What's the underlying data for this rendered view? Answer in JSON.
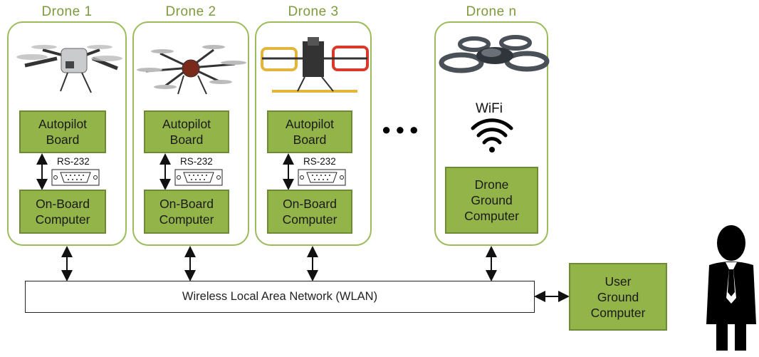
{
  "drones": [
    {
      "title": "Drone 1",
      "autopilot": "Autopilot\nBoard",
      "serial": "RS-232",
      "computer": "On-Board\nComputer"
    },
    {
      "title": "Drone 2",
      "autopilot": "Autopilot\nBoard",
      "serial": "RS-232",
      "computer": "On-Board\nComputer"
    },
    {
      "title": "Drone 3",
      "autopilot": "Autopilot\nBoard",
      "serial": "RS-232",
      "computer": "On-Board\nComputer"
    },
    {
      "title": "Drone n",
      "wifi": "WiFi",
      "computer": "Drone\nGround\nComputer"
    }
  ],
  "ellipsis": "●●●",
  "network": {
    "label": "Wireless Local Area Network (WLAN)"
  },
  "user": {
    "computer": "User\nGround\nComputer"
  },
  "colors": {
    "frame": "#9cbb5a",
    "box_fill": "#93b449",
    "title": "#7f9a3c"
  }
}
